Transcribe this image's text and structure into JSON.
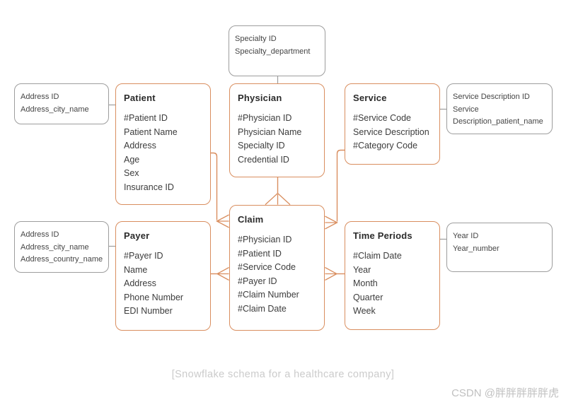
{
  "diagram": {
    "caption": "[Snowflake schema for a healthcare company]",
    "watermark": "CSDN @胖胖胖胖胖虎",
    "colors": {
      "entity_border": "#d98e5f",
      "connector_orange": "#d98e5f",
      "lookup_border": "#9d9d9d",
      "connector_gray": "#9d9d9d",
      "caption_text": "#cbcbcb"
    },
    "entities": [
      {
        "id": "patient",
        "title": "Patient",
        "fields": [
          "#Patient ID",
          "Patient Name",
          "Address",
          "Age",
          "Sex",
          "Insurance ID"
        ]
      },
      {
        "id": "physician",
        "title": "Physician",
        "fields": [
          "#Physician ID",
          "Physician Name",
          "Specialty ID",
          "Credential ID"
        ]
      },
      {
        "id": "service",
        "title": "Service",
        "fields": [
          "#Service Code",
          "Service Description",
          "#Category Code"
        ]
      },
      {
        "id": "payer",
        "title": "Payer",
        "fields": [
          "#Payer ID",
          "Name",
          "Address",
          "Phone Number",
          "EDI Number"
        ]
      },
      {
        "id": "claim",
        "title": "Claim",
        "fields": [
          "#Physician ID",
          "#Patient ID",
          "#Service Code",
          "#Payer ID",
          "#Claim Number",
          "#Claim Date"
        ]
      },
      {
        "id": "time-periods",
        "title": "Time Periods",
        "fields": [
          "#Claim Date",
          "Year",
          "Month",
          "Quarter",
          "Week"
        ]
      }
    ],
    "lookups": [
      {
        "id": "specialty",
        "lines": [
          "Specialty ID",
          "Specialty_department"
        ]
      },
      {
        "id": "address-patient",
        "lines": [
          "Address ID",
          "Address_city_name"
        ]
      },
      {
        "id": "service-description",
        "lines": [
          "Service Description ID",
          "Service",
          "Description_patient_name"
        ]
      },
      {
        "id": "address-payer",
        "lines": [
          "Address ID",
          "Address_city_name",
          "Address_country_name"
        ]
      },
      {
        "id": "year",
        "lines": [
          "Year ID",
          "Year_number"
        ]
      }
    ]
  }
}
